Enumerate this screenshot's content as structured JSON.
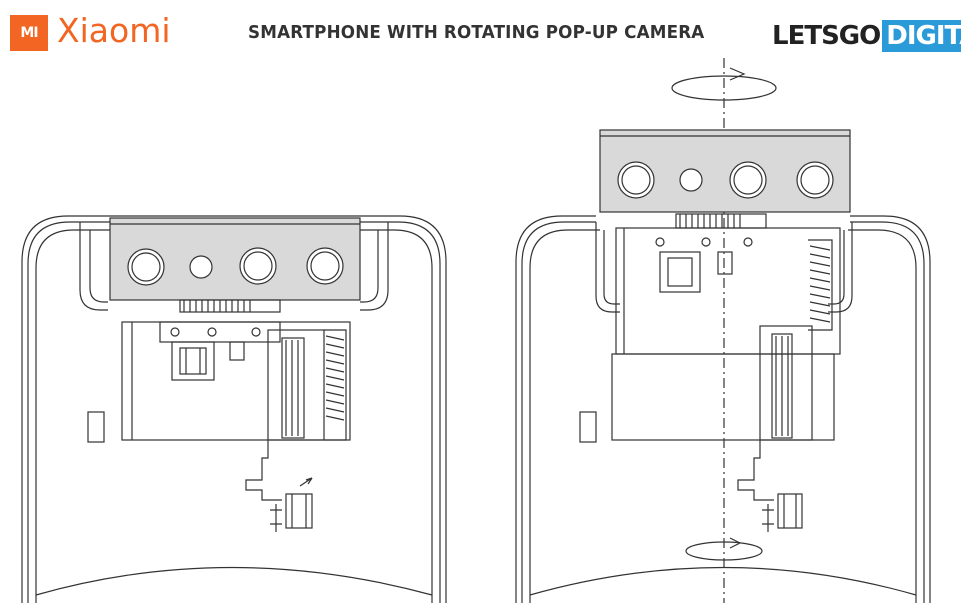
{
  "header": {
    "brand_mark": "MI",
    "brand_name": "Xiaomi",
    "title": "SMARTPHONE WITH ROTATING POP-UP CAMERA",
    "source_left": "LETSGO",
    "source_right": "DIGITAL"
  },
  "colors": {
    "brand": "#f26522",
    "source_accent": "#2a9bd8",
    "line": "#333333",
    "module_fill": "#d9d9d9"
  },
  "figures": [
    {
      "name": "retracted",
      "camera_lenses": 4
    },
    {
      "name": "extended-rotating",
      "camera_lenses": 4
    }
  ]
}
